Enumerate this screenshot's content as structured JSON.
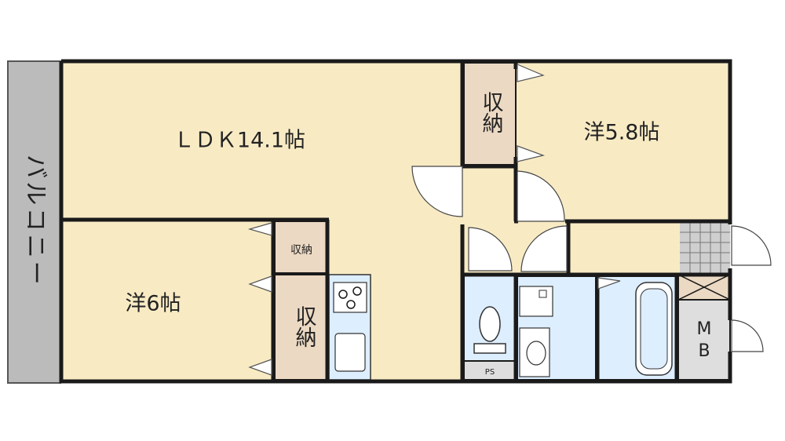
{
  "colors": {
    "room_floor": "#f8ebc4",
    "storage_floor": "#ecd9c3",
    "wet_area": "#ddeeff",
    "balcony": "#bbbbbb",
    "ps_floor": "#dedede",
    "wall": "#1a1a1a"
  },
  "rooms": {
    "ldk": "ＬＤＫ14.1帖",
    "western_a": "洋5.8帖",
    "western_b": "洋6帖",
    "storage_upper": "収納",
    "storage_small": "収納",
    "storage_lower": "収納",
    "balcony": "バルコニー",
    "mb": "MB",
    "ps": "PS"
  }
}
